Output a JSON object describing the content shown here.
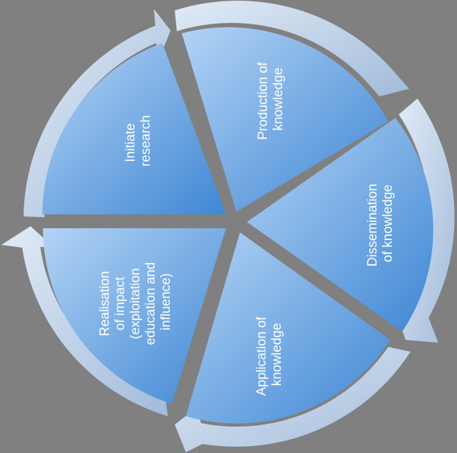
{
  "background_color": "#808080",
  "colors": {
    "segment_light": "#a9cdf3",
    "segment_dark": "#3d86d4",
    "ring_light": "#d9e6f4",
    "ring_dark": "#a6bedc",
    "label": "#ffffff"
  },
  "segments": [
    {
      "id": "initiate",
      "lines": [
        "Initiate",
        "research"
      ]
    },
    {
      "id": "production",
      "lines": [
        "Production of",
        "knowledge"
      ]
    },
    {
      "id": "dissemination",
      "lines": [
        "Dissemination",
        "of knowledge"
      ]
    },
    {
      "id": "application",
      "lines": [
        "Application of",
        "knowledge"
      ]
    },
    {
      "id": "realisation",
      "lines": [
        "Realisation",
        "of impact",
        "(exploitation",
        "education and",
        "influence)"
      ]
    }
  ]
}
